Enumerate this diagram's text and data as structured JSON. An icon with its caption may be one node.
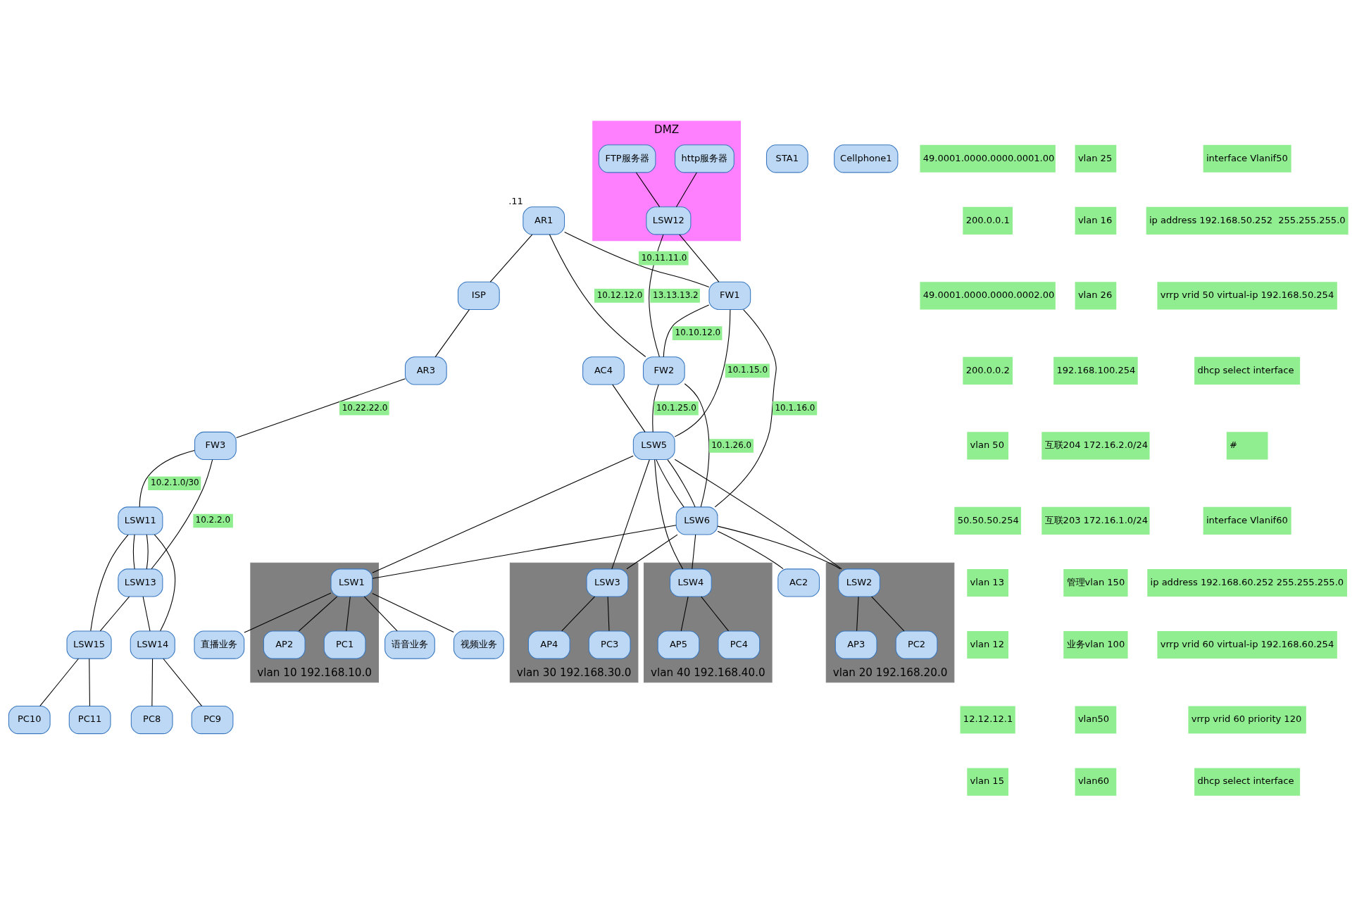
{
  "diagram": {
    "nodes": [
      {
        "text": [
          "DMZ"
        ]
      },
      {
        "text": [
          "http服务器"
        ],
        "in": 0
      },
      {
        "text": [
          "FTP服务器"
        ],
        "in": 0
      },
      {
        "text": [
          "LSW12"
        ],
        "in": 0
      },
      {
        "text": [
          "AR1"
        ],
        "beside": [
          ".11"
        ]
      },
      {
        "text": [
          "ISP"
        ]
      },
      {
        "text": [
          "AR3"
        ]
      },
      {
        "text": [
          "FW1"
        ]
      },
      {
        "text": [
          "FW2"
        ]
      },
      {
        "text": [
          "FW3"
        ]
      },
      {
        "text": [
          "AC4"
        ]
      },
      {
        "text": [
          "LSW5"
        ]
      },
      {
        "text": [
          "LSW6"
        ]
      },
      {
        "text": [
          "AC2"
        ]
      },
      {
        "text": [
          "vlan 10 192.168.10.0"
        ]
      },
      {
        "text": [
          "LSW1"
        ],
        "in": 14
      },
      {
        "text": [
          "AP2"
        ],
        "in": 14
      },
      {
        "text": [
          "PC1"
        ],
        "in": 14
      },
      {
        "text": [
          "vlan 20 192.168.20.0"
        ]
      },
      {
        "text": [
          "LSW2"
        ],
        "in": 18
      },
      {
        "text": [
          "AP3"
        ],
        "in": 18
      },
      {
        "text": [
          "PC2"
        ],
        "in": 18
      },
      {
        "text": [
          "vlan 30 192.168.30.0"
        ]
      },
      {
        "text": [
          "LSW3"
        ],
        "in": 22
      },
      {
        "text": [
          "AP4"
        ],
        "in": 22
      },
      {
        "text": [
          "PC3"
        ],
        "in": 22
      },
      {
        "text": [
          "vlan 40 192.168.40.0"
        ]
      },
      {
        "text": [
          "LSW4"
        ],
        "in": 26
      },
      {
        "text": [
          "AP5"
        ],
        "in": 26
      },
      {
        "text": [
          "PC4"
        ],
        "in": 26
      },
      {
        "text": [
          "语音业务"
        ]
      },
      {
        "text": [
          "视频业务"
        ]
      },
      {
        "text": [
          "直播业务"
        ]
      },
      {
        "text": [
          "LSW11"
        ]
      },
      {
        "text": [
          "LSW13"
        ]
      },
      {
        "text": [
          "LSW14"
        ]
      },
      {
        "text": [
          "LSW15"
        ]
      },
      {
        "text": [
          "PC8"
        ]
      },
      {
        "text": [
          "PC9"
        ]
      },
      {
        "text": [
          "PC10"
        ]
      },
      {
        "text": [
          "PC11"
        ]
      },
      {
        "text": [
          "STA1"
        ]
      },
      {
        "text": [
          "Cellphone1"
        ]
      }
    ],
    "edges": [
      {
        "from": 1,
        "to": 3,
        "arrow": "none"
      },
      {
        "from": 2,
        "to": 3,
        "arrow": "none"
      },
      {
        "from": 3,
        "to": 7,
        "arrow": "none"
      },
      {
        "from": 3,
        "to": 8,
        "arrow": "none",
        "label": "13.13.13.2"
      },
      {
        "from": 4,
        "to": 5,
        "arrow": "none"
      },
      {
        "from": 5,
        "to": 6,
        "arrow": "none"
      },
      {
        "from": 4,
        "to": 7,
        "arrow": "none",
        "label": "10.11.11.0"
      },
      {
        "from": 4,
        "to": 8,
        "arrow": "none",
        "label": "10.12.12.0"
      },
      {
        "from": 7,
        "to": 8,
        "arrow": "none",
        "label": "10.10.12.0"
      },
      {
        "from": 7,
        "to": 11,
        "arrow": "none",
        "label": "10.1.15.0"
      },
      {
        "from": 7,
        "to": 12,
        "arrow": "none",
        "label": "10.1.16.0"
      },
      {
        "from": 8,
        "to": 11,
        "arrow": "none",
        "label": "10.1.25.0"
      },
      {
        "from": 8,
        "to": 12,
        "arrow": "none",
        "label": "10.1.26.0"
      },
      {
        "from": 10,
        "to": 11,
        "arrow": "none"
      },
      {
        "from": 11,
        "to": 12,
        "arrow": "none"
      },
      {
        "from": 11,
        "to": 12,
        "arrow": "none"
      },
      {
        "from": 12,
        "to": 13,
        "arrow": "none"
      },
      {
        "from": 11,
        "to": 15,
        "arrow": "none"
      },
      {
        "from": 11,
        "to": 19,
        "arrow": "none"
      },
      {
        "from": 11,
        "to": 23,
        "arrow": "none"
      },
      {
        "from": 11,
        "to": 27,
        "arrow": "none"
      },
      {
        "from": 12,
        "to": 15,
        "arrow": "none"
      },
      {
        "from": 12,
        "to": 19,
        "arrow": "none"
      },
      {
        "from": 12,
        "to": 23,
        "arrow": "none"
      },
      {
        "from": 12,
        "to": 27,
        "arrow": "none"
      },
      {
        "from": 15,
        "to": 30,
        "arrow": "none"
      },
      {
        "from": 15,
        "to": 31,
        "arrow": "none"
      },
      {
        "from": 15,
        "to": 32,
        "arrow": "none"
      },
      {
        "from": 15,
        "to": 16,
        "arrow": "none"
      },
      {
        "from": 15,
        "to": 17,
        "arrow": "none"
      },
      {
        "from": 19,
        "to": 20,
        "arrow": "none"
      },
      {
        "from": 19,
        "to": 21,
        "arrow": "none"
      },
      {
        "from": 23,
        "to": 24,
        "arrow": "none"
      },
      {
        "from": 23,
        "to": 25,
        "arrow": "none"
      },
      {
        "from": 27,
        "to": 28,
        "arrow": "none"
      },
      {
        "from": 27,
        "to": 29,
        "arrow": "none"
      },
      {
        "from": 6,
        "to": 9,
        "arrow": "none",
        "label": "10.22.22.0"
      },
      {
        "from": 9,
        "to": 33,
        "arrow": "none",
        "label": "10.2.1.0/30"
      },
      {
        "from": 9,
        "to": 34,
        "arrow": "none",
        "label": "10.2.2.0"
      },
      {
        "from": 33,
        "to": 34,
        "arrow": "none"
      },
      {
        "from": 33,
        "to": 34,
        "arrow": "none"
      },
      {
        "from": 33,
        "to": 35,
        "arrow": "none"
      },
      {
        "from": 33,
        "to": 36,
        "arrow": "none"
      },
      {
        "from": 34,
        "to": 35,
        "arrow": "none"
      },
      {
        "from": 34,
        "to": 36,
        "arrow": "none"
      },
      {
        "from": 35,
        "to": 37,
        "arrow": "none"
      },
      {
        "from": 35,
        "to": 38,
        "arrow": "none"
      },
      {
        "from": 36,
        "to": 39,
        "arrow": "none"
      },
      {
        "from": 36,
        "to": 40,
        "arrow": "none"
      }
    ],
    "labels": [
      "49.0001.0000.0000.0001.00",
      "200.0.0.1",
      "49.0001.0000.0000.0002.00",
      "200.0.0.2",
      "vlan 50",
      "50.50.50.254",
      "vlan 13",
      "vlan 12",
      "12.12.12.1",
      "vlan 15",
      "vlan 25",
      "vlan 16",
      "vlan 26",
      "192.168.100.254",
      "互联204 172.16.2.0/24",
      "互联203 172.16.1.0/24",
      "管理vlan 150",
      "业务vlan 100",
      "vlan50",
      "vlan60",
      "interface Vlanif50",
      " ip address 192.168.50.252  255.255.255.0",
      " vrrp vrid 50 virtual-ip 192.168.50.254",
      " dhcp select interface",
      "#",
      "interface Vlanif60",
      " ip address 192.168.60.252 255.255.255.0",
      " vrrp vrid 60 virtual-ip 192.168.60.254",
      " vrrp vrid 60 priority 120",
      " dhcp select interface"
    ]
  }
}
